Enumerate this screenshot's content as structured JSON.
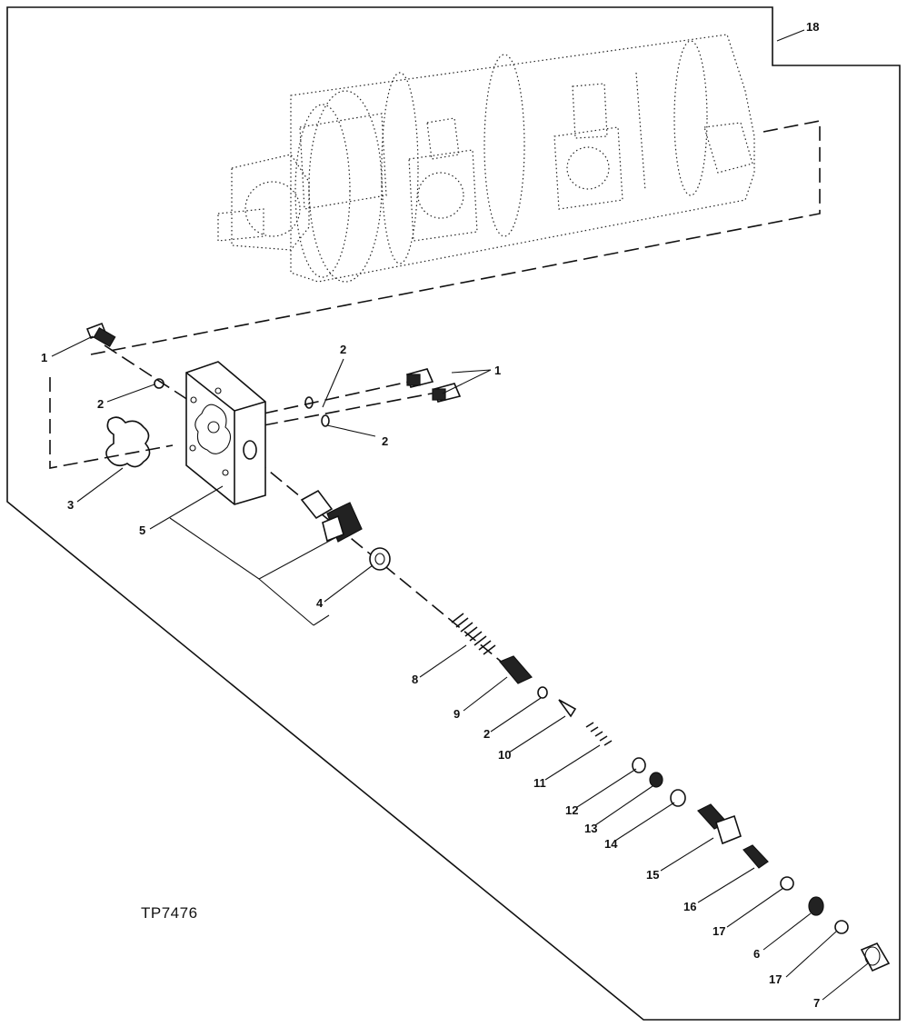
{
  "figure_code": "TP7476",
  "callouts": [
    "18",
    "1",
    "1",
    "2",
    "2",
    "2",
    "3",
    "5",
    "4",
    "8",
    "9",
    "2",
    "10",
    "11",
    "12",
    "13",
    "14",
    "15",
    "16",
    "17",
    "6",
    "17",
    "7"
  ]
}
